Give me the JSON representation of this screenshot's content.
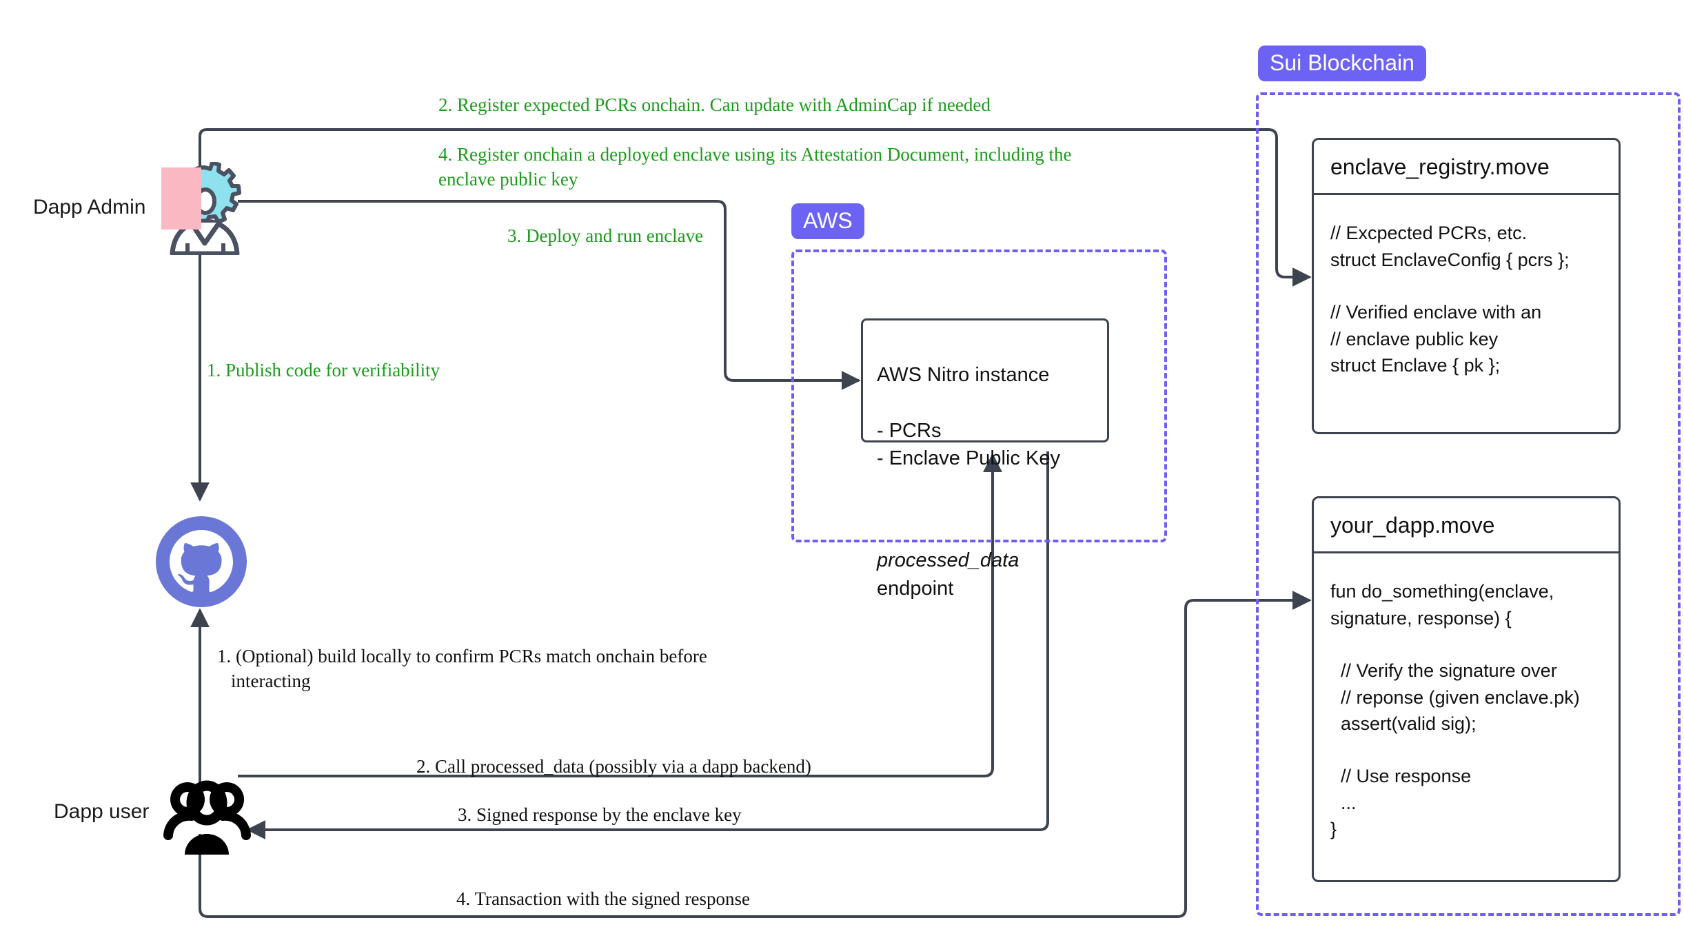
{
  "diagram": {
    "title": "Sui Nitro Enclave attestation flow",
    "colors": {
      "green_text": "#1a9c1a",
      "accent_purple": "#6c63f5",
      "line_gray": "#3d4450",
      "pink_swatch": "#f9b8c2",
      "github_circle": "#6b77d6"
    }
  },
  "actors": {
    "admin": {
      "label": "Dapp Admin",
      "icon": "gear-person-icon"
    },
    "user": {
      "label": "Dapp user",
      "icon": "people-group-icon"
    },
    "repo": {
      "icon": "github-icon"
    }
  },
  "zones": {
    "aws": {
      "badge": "AWS"
    },
    "sui": {
      "badge": "Sui Blockchain"
    }
  },
  "nodes": {
    "nitro": {
      "title": "AWS Nitro instance",
      "bullets": "- PCRs\n- Enclave Public Key",
      "endpoint_code": "processed_data",
      "endpoint_suffix": " endpoint"
    },
    "enclave_registry": {
      "title": "enclave_registry.move",
      "code": "// Excpected PCRs, etc.\nstruct EnclaveConfig { pcrs };\n\n// Verified enclave with an\n// enclave public key\nstruct Enclave { pk };"
    },
    "your_dapp": {
      "title": "your_dapp.move",
      "code": "fun do_something(enclave,\nsignature, response) {\n\n  // Verify the signature over\n  // reponse (given enclave.pk)\n  assert(valid sig);\n\n  // Use response\n  ...\n}"
    }
  },
  "steps": {
    "admin_register_pcrs": "2. Register expected PCRs onchain. Can update with AdminCap if needed",
    "admin_register_enclave": "4. Register onchain a deployed enclave using its Attestation Document, including the\nenclave public key",
    "admin_deploy": "3. Deploy and run enclave",
    "admin_publish": "1. Publish code for verifiability",
    "user_build_locally": "1. (Optional) build locally to confirm PCRs match onchain before\ninteracting",
    "user_call": "2. Call processed_data (possibly via a dapp backend)",
    "user_signed_response": "3. Signed response by the enclave key",
    "user_transaction": "4. Transaction with the signed response"
  }
}
